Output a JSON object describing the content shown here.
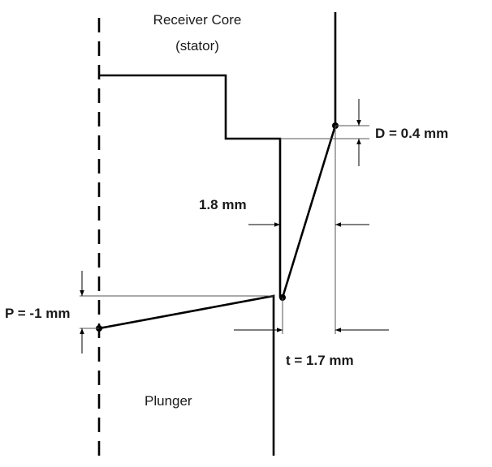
{
  "diagram": {
    "title": "Receiver core and plunger gap geometry",
    "labels": {
      "stator_line1": "Receiver Core",
      "stator_line2": "(stator)",
      "plunger": "Plunger",
      "gap_width": "1.8 mm",
      "D": "D = 0.4 mm",
      "P": "P = -1 mm",
      "t": "t = 1.7 mm"
    },
    "parameters": [
      {
        "name": "D",
        "value": 0.4,
        "unit": "mm"
      },
      {
        "name": "P",
        "value": -1,
        "unit": "mm"
      },
      {
        "name": "t",
        "value": 1.7,
        "unit": "mm"
      },
      {
        "name": "gap",
        "value": 1.8,
        "unit": "mm"
      }
    ],
    "colors": {
      "line": "#000000",
      "reference_line": "#555555",
      "background": "#ffffff"
    }
  }
}
